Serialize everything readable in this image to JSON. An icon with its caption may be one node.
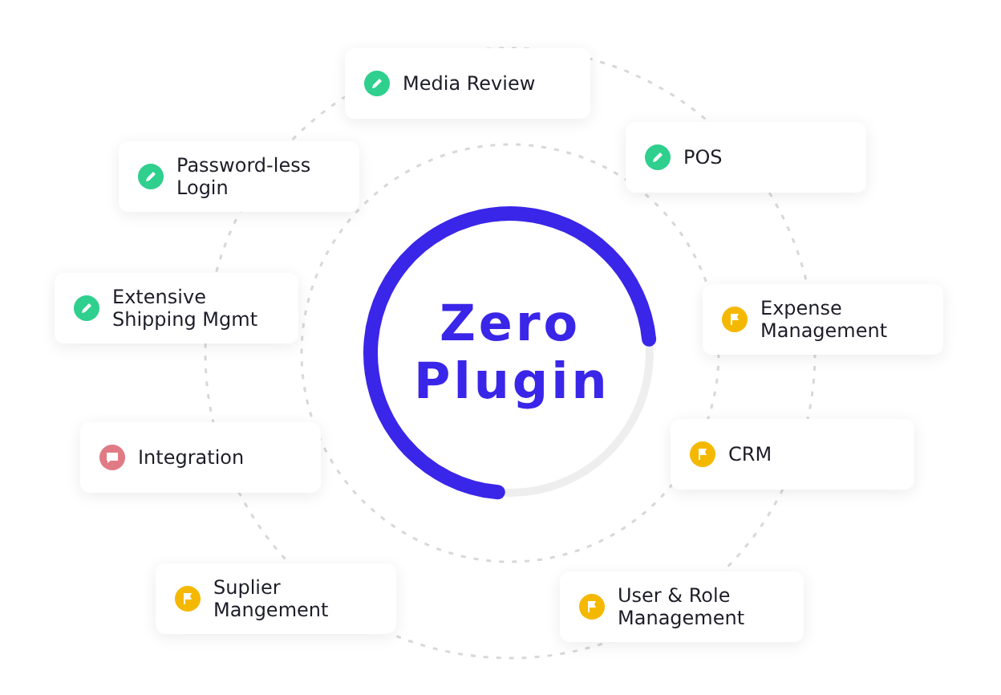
{
  "diagram": {
    "nodes": [
      {
        "text": [
          "Zero Plugin"
        ]
      },
      {
        "text": [
          "Media Review"
        ]
      },
      {
        "text": [
          "POS"
        ]
      },
      {
        "text": [
          "Password-less Login"
        ]
      },
      {
        "text": [
          "Extensive Shipping Mgmt"
        ]
      },
      {
        "text": [
          "Expense Management"
        ]
      },
      {
        "text": [
          "CRM"
        ]
      },
      {
        "text": [
          "Integration"
        ]
      },
      {
        "text": [
          "Suplier Mangement"
        ]
      },
      {
        "text": [
          "User & Role Management"
        ]
      }
    ]
  }
}
